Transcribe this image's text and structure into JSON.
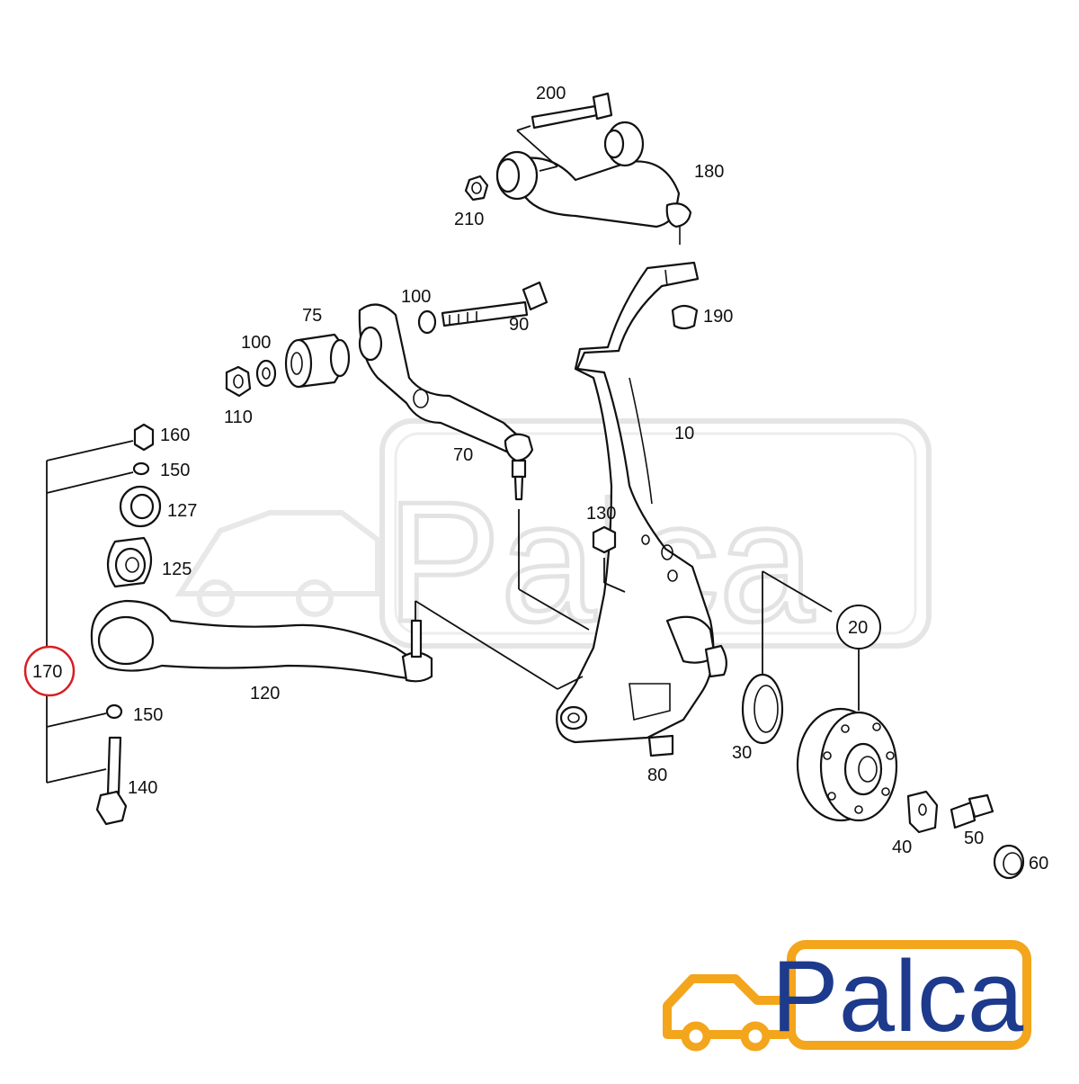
{
  "colors": {
    "line": "#111111",
    "highlight": "#d81e23",
    "brand_orange": "#f3a51b",
    "brand_blue": "#1d3a8c",
    "watermark": "#d9d9d9"
  },
  "labels": {
    "p200": "200",
    "p180": "180",
    "p210": "210",
    "p100a": "100",
    "p100b": "100",
    "p75": "75",
    "p90": "90",
    "p190": "190",
    "p110": "110",
    "p160": "160",
    "p150a": "150",
    "p127": "127",
    "p125": "125",
    "p170": "170",
    "p70": "70",
    "p10": "10",
    "p130": "130",
    "p20": "20",
    "p120": "120",
    "p150b": "150",
    "p30": "30",
    "p80": "80",
    "p140": "140",
    "p40": "40",
    "p50": "50",
    "p60": "60"
  },
  "highlighted_part": "170",
  "brand": {
    "name": "Palca",
    "icon": "truck-icon"
  }
}
